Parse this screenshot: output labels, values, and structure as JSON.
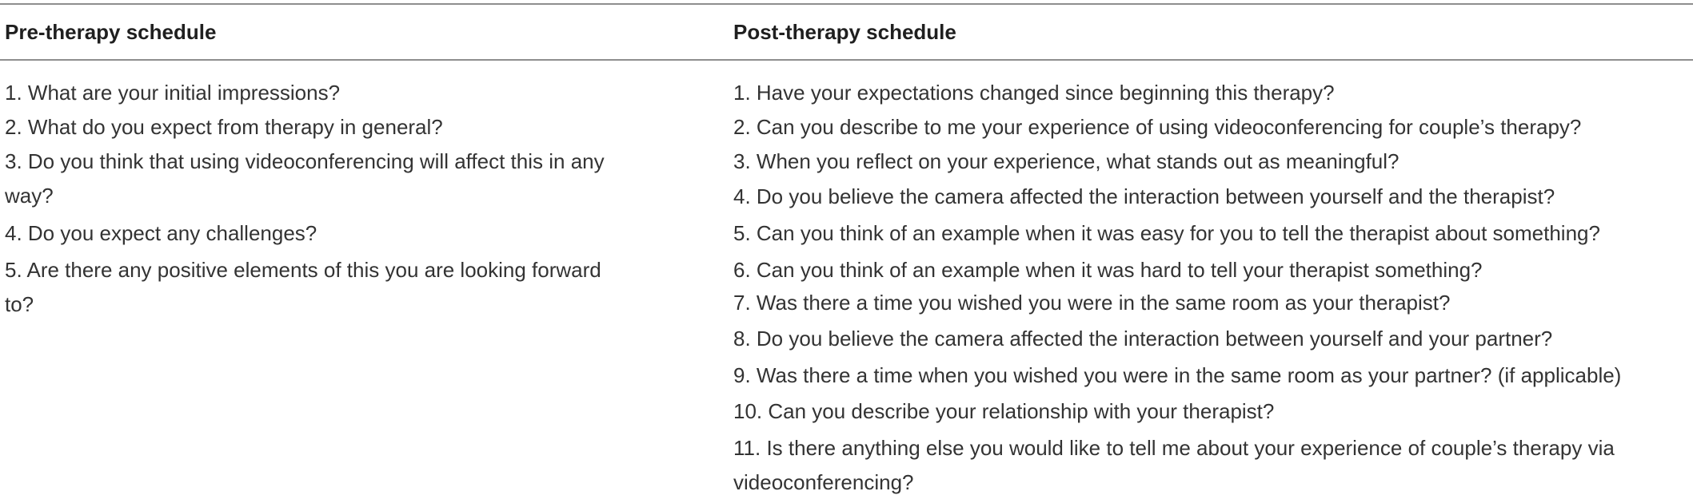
{
  "table": {
    "pre": {
      "header": "Pre-therapy schedule",
      "items": [
        "1. What are your initial impressions?",
        "2. What do you expect from therapy in general?",
        "3. Do you think that using videoconferencing will affect this in any way?",
        "4. Do you expect any challenges?",
        "5. Are there any positive elements of this you are looking forward to?"
      ]
    },
    "post": {
      "header": "Post-therapy schedule",
      "items": [
        "1. Have your expectations changed since beginning this therapy?",
        "2. Can you describe to me your experience of using videoconferencing for couple’s therapy?",
        "3. When you reflect on your experience, what stands out as meaningful?",
        "4. Do you believe the camera affected the interaction between yourself and the therapist?",
        "5. Can you think of an example when it was easy for you to tell the therapist about something?",
        "6. Can you think of an example when it was hard to tell your therapist something?",
        "7. Was there a time you wished you were in the same room as your therapist?",
        "8. Do you believe the camera affected the interaction between yourself and your partner?",
        "9. Was there a time when you wished you were in the same room as your partner? (if applicable)",
        "10. Can you describe your relationship with your therapist?",
        "11. Is there anything else you would like to tell me about your experience of couple’s therapy via videoconferencing?"
      ]
    }
  }
}
